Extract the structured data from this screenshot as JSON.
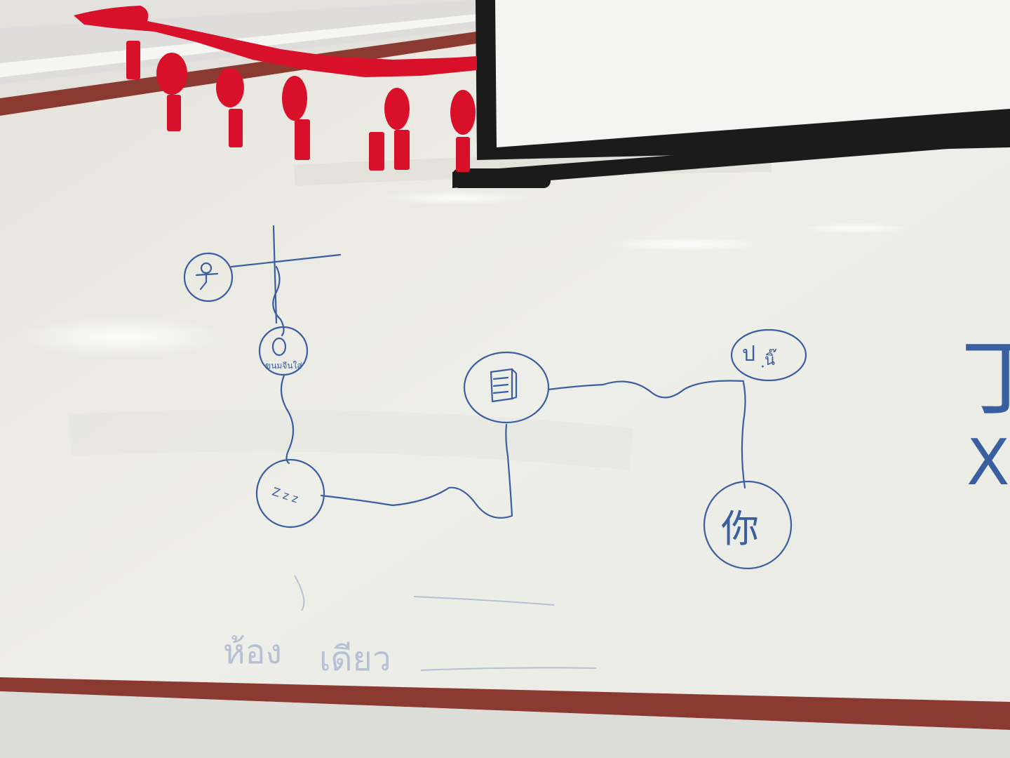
{
  "scene": {
    "subject": "whiteboard",
    "colors": {
      "wall": "#e9e9e6",
      "board": "#eeeee8",
      "board_frame": "#8a3a30",
      "marker": "#3a5fa0",
      "ghost_marker": "#b7c1d6",
      "decoration_red": "#d9102a",
      "screen_white": "#f4f4f2",
      "screen_border": "#1b1b1b"
    }
  },
  "drawing": {
    "node_labels": {
      "sleep": "Z z z",
      "chinese_character": "你",
      "thai_caption": "ขนมจีนใส่",
      "character_pa": "ป",
      "character_ni": "ฺนิ๊"
    },
    "ghost_text": {
      "word_1": "ห้อง",
      "word_2": "เดียว"
    },
    "edge_glyphs": {
      "top_right": "丁",
      "mid_right": "X"
    }
  }
}
